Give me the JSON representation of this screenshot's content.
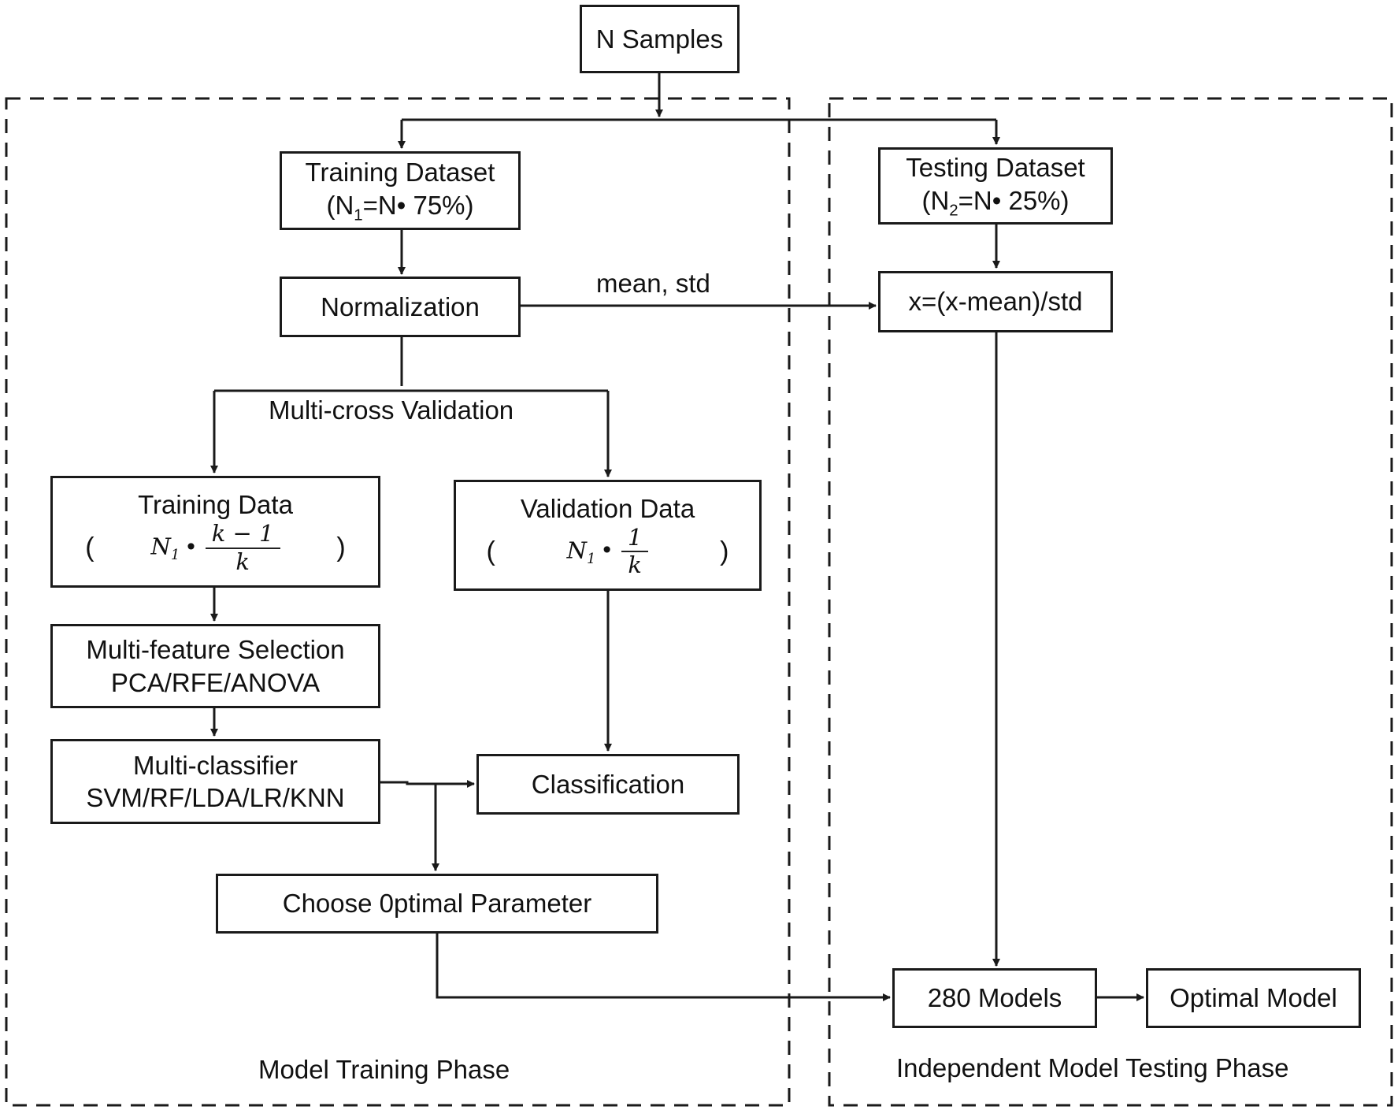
{
  "nodes": {
    "n_samples": "N Samples",
    "training_dataset": {
      "title": "Training Dataset",
      "prefix": "(N",
      "sub": "1",
      "suffix": "=N• 75%)"
    },
    "testing_dataset": {
      "title": "Testing Dataset",
      "prefix": "(N",
      "sub": "2",
      "suffix": "=N• 25%)"
    },
    "normalization": "Normalization",
    "standardize": "x=(x-mean)/std",
    "training_data": {
      "title": "Training Data",
      "open": "(",
      "n": "N",
      "n_sub": "1",
      "dot": "•",
      "num": "k − 1",
      "den": "k",
      "close": ")"
    },
    "validation_data": {
      "title": "Validation Data",
      "open": "(",
      "n": "N",
      "n_sub": "1",
      "dot": "•",
      "num": "1",
      "den": "k",
      "close": ")"
    },
    "feature_selection": {
      "line1": "Multi-feature Selection",
      "line2": "PCA/RFE/ANOVA"
    },
    "classifier": {
      "line1": "Multi-classifier",
      "line2": "SVM/RF/LDA/LR/KNN"
    },
    "classification": "Classification",
    "choose_param": "Choose 0ptimal Parameter",
    "models": "280 Models",
    "optimal_model": "Optimal Model"
  },
  "labels": {
    "mean_std": "mean, std",
    "multi_cross": "Multi-cross Validation",
    "training_phase": "Model Training Phase",
    "testing_phase": "Independent Model Testing Phase"
  }
}
